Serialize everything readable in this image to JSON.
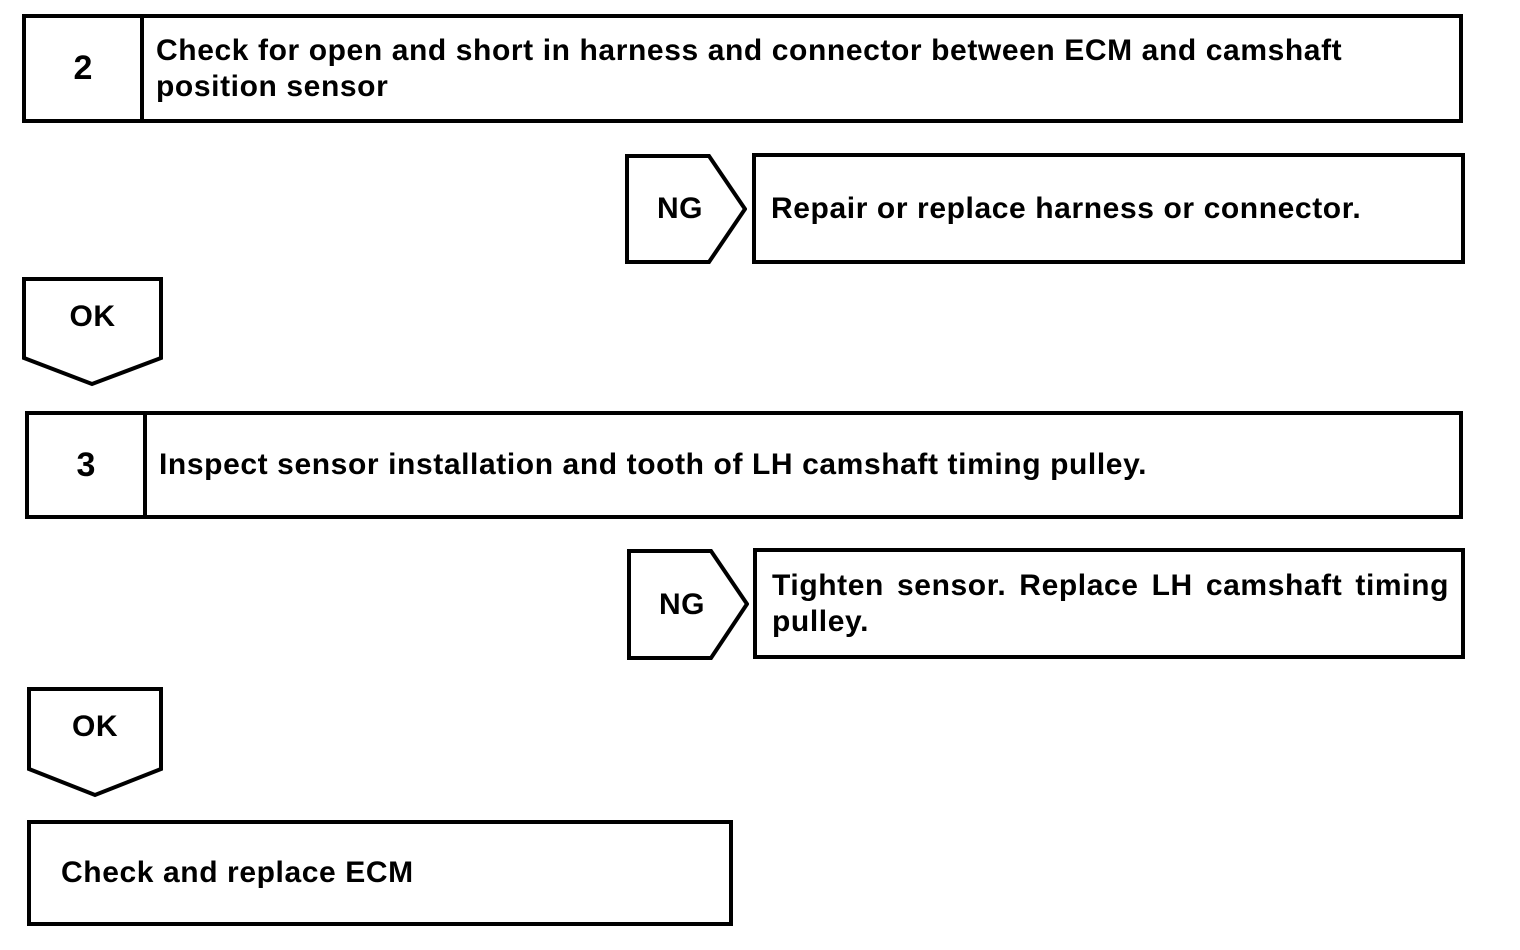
{
  "page": {
    "background": "#ffffff",
    "line_color": "#000000",
    "text_color": "#000000"
  },
  "flowchart": {
    "steps": [
      {
        "number": "2",
        "instruction": "Check for open and short in harness and connector between ECM and camshaft position sensor",
        "ng": {
          "label": "NG",
          "action": "Repair or replace harness or connector."
        },
        "ok": {
          "label": "OK"
        }
      },
      {
        "number": "3",
        "instruction": "Inspect sensor installation and tooth of LH camshaft timing pulley.",
        "ng": {
          "label": "NG",
          "action": "Tighten sensor. Replace LH camshaft timing pulley."
        },
        "ok": {
          "label": "OK"
        }
      }
    ],
    "final": {
      "text": "Check and replace ECM"
    }
  }
}
